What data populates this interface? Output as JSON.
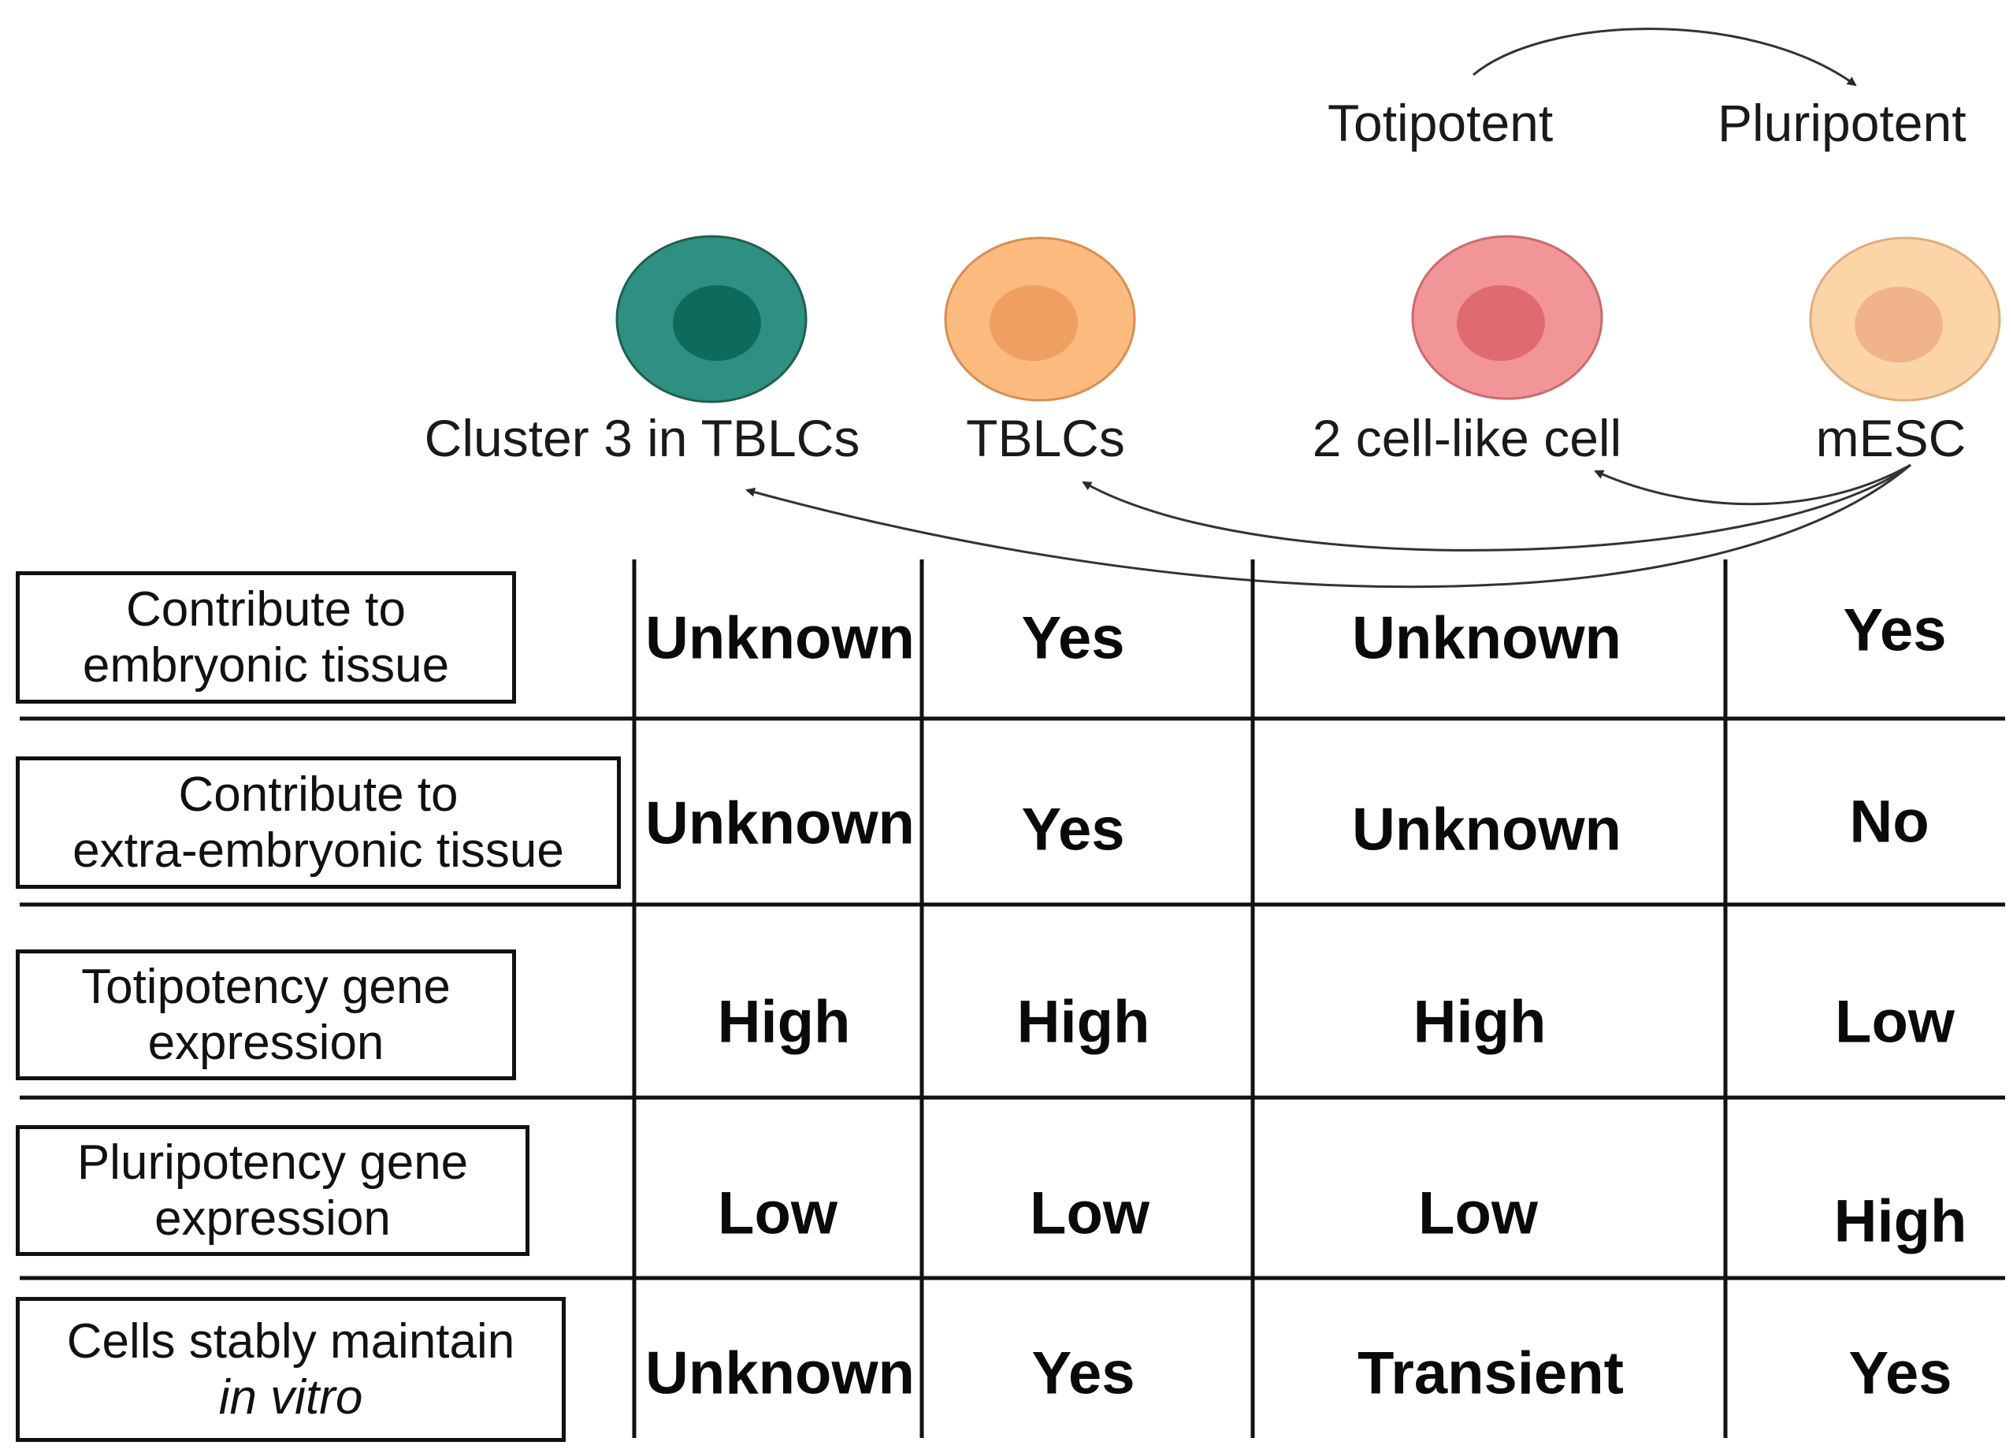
{
  "potency": {
    "left": "Totipotent",
    "right": "Pluripotent"
  },
  "cells": [
    {
      "label": "Cluster 3 in TBLCs",
      "fill": "#2e9080",
      "nucleus": "#0e6b5c",
      "stroke": "#1f5f52"
    },
    {
      "label": "TBLCs",
      "fill": "#fbbb7e",
      "nucleus": "#ef9f62",
      "stroke": "#d88f4f"
    },
    {
      "label": "2 cell-like cell",
      "fill": "#f29598",
      "nucleus": "#df6a70",
      "stroke": "#c96c70"
    },
    {
      "label": "mESC",
      "fill": "#fbd5a8",
      "nucleus": "#f0b38a",
      "stroke": "#e0ad7c"
    }
  ],
  "rows": [
    {
      "lines": [
        "Contribute to",
        "embryonic tissue"
      ],
      "values": [
        "Unknown",
        "Yes",
        "Unknown",
        "Yes"
      ]
    },
    {
      "lines": [
        "Contribute to",
        "extra-embryonic tissue"
      ],
      "values": [
        "Unknown",
        "Yes",
        "Unknown",
        "No"
      ]
    },
    {
      "lines": [
        "Totipotency gene",
        "expression"
      ],
      "values": [
        "High",
        "High",
        "High",
        "Low"
      ]
    },
    {
      "lines": [
        "Pluripotency gene",
        "expression"
      ],
      "values": [
        "Low",
        "Low",
        "Low",
        "High"
      ]
    },
    {
      "lines": [
        "Cells stably maintain",
        "in vitro"
      ],
      "values": [
        "Unknown",
        "Yes",
        "Transient",
        "Yes"
      ]
    }
  ]
}
